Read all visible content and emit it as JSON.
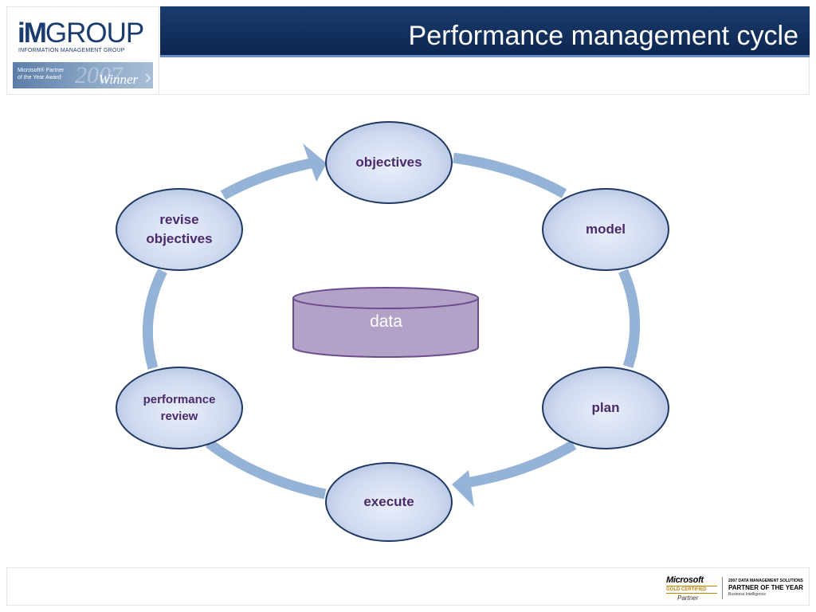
{
  "header": {
    "title": "Performance management cycle",
    "logo": {
      "im": "iM",
      "group": "GROUP",
      "subtitle": "INFORMATION MANAGEMENT GROUP"
    },
    "award": {
      "line1": "Microsoft® Partner",
      "line2": "of the Year Award",
      "year": "2007",
      "winner": "Winner"
    }
  },
  "diagram": {
    "nodes": {
      "objectives": {
        "label": "objectives"
      },
      "model": {
        "label": "model"
      },
      "plan": {
        "label": "plan"
      },
      "execute": {
        "label": "execute"
      },
      "performance_review": {
        "line1": "performance",
        "line2": "review"
      },
      "revise_objectives": {
        "line1": "revise",
        "line2": "objectives"
      }
    },
    "center": {
      "label": "data"
    },
    "colors": {
      "cycle_arrow": "#95b3d7",
      "node_border": "#1f3863",
      "node_text": "#4b2a6b",
      "cylinder_fill": "#b3a2c7",
      "cylinder_border": "#6b4c8c"
    }
  },
  "footer": {
    "microsoft": "Microsoft",
    "gold": "GOLD CERTIFIED",
    "partner": "Partner",
    "poy": {
      "line1": "2007 DATA MANAGEMENT SOLUTIONS",
      "line2": "PARTNER OF THE YEAR",
      "line3": "Business Intelligence"
    }
  }
}
